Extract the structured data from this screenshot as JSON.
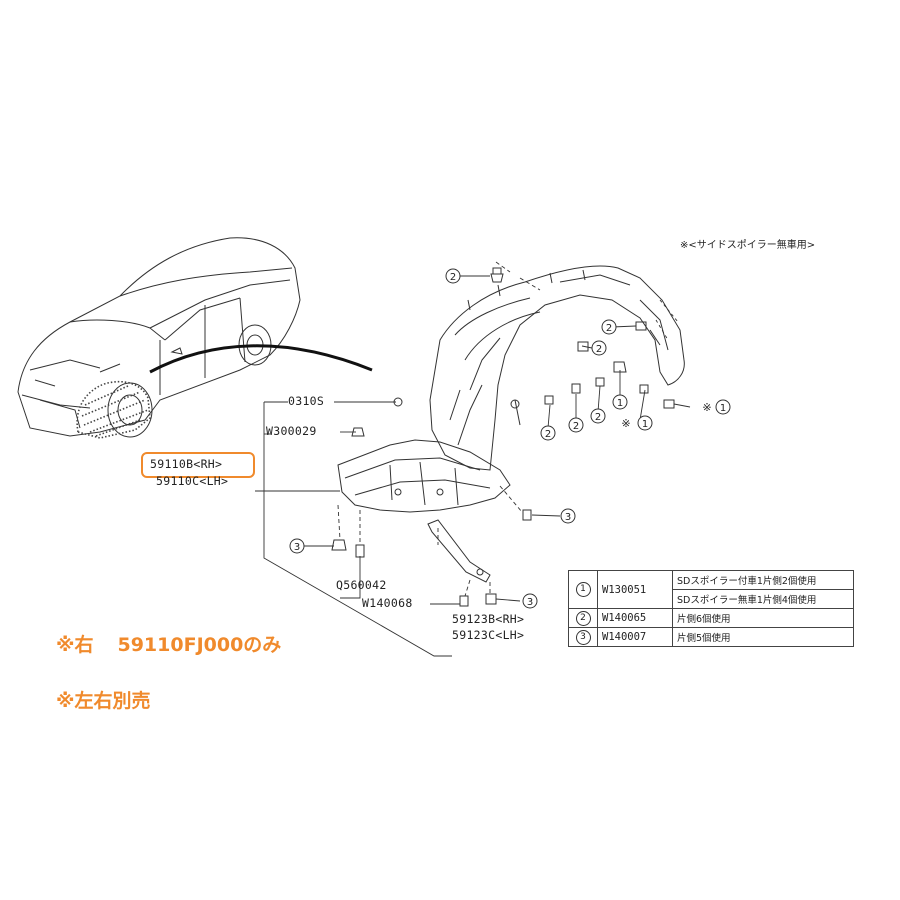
{
  "note_top": "※<サイドスポイラー無車用>",
  "labels": {
    "p0310s": "0310S",
    "w300029": "W300029",
    "p59110b": "59110B<RH>",
    "p59110c": "59110C<LH>",
    "q560042": "Q560042",
    "w140068": "W140068",
    "p59123b": "59123B<RH>",
    "p59123c": "59123C<LH>"
  },
  "callouts": {
    "c1": "1",
    "c2": "2",
    "c3": "3",
    "c1_note": "※1"
  },
  "legend": [
    {
      "num": "1",
      "code": "W130051",
      "desc": [
        "SDスポイラー付車1片側2個使用",
        "SDスポイラー無車1片側4個使用"
      ]
    },
    {
      "num": "2",
      "code": "W140065",
      "desc": [
        "片側6個使用"
      ]
    },
    {
      "num": "3",
      "code": "W140007",
      "desc": [
        "片側5個使用"
      ]
    }
  ],
  "notes": {
    "line1_prefix": "※右",
    "line1_part": "59110FJ000のみ",
    "line2": "※左右別売"
  },
  "colors": {
    "accent": "#f08a2c",
    "line": "#333333"
  }
}
